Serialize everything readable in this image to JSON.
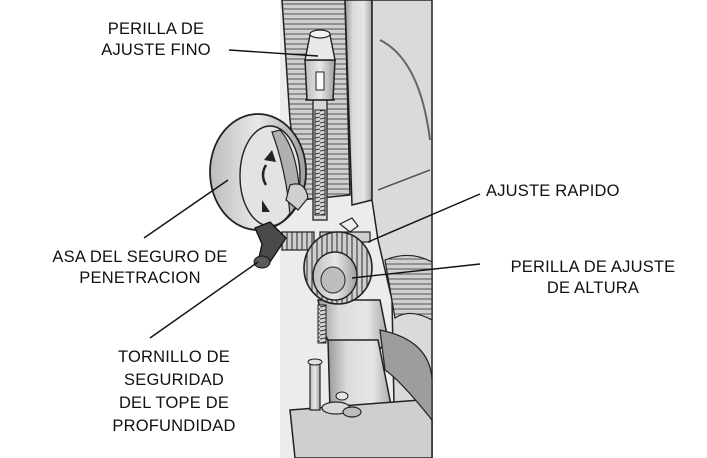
{
  "diagram": {
    "parts": [
      {
        "id": "fine-adjust",
        "lines": [
          "PERILLA DE",
          "AJUSTE FINO"
        ]
      },
      {
        "id": "quick-adjust",
        "lines": [
          "AJUSTE RAPIDO"
        ]
      },
      {
        "id": "plunge-lock",
        "lines": [
          "ASA DEL SEGURO DE",
          "PENETRACION"
        ]
      },
      {
        "id": "height-adjust",
        "lines": [
          "PERILLA DE AJUSTE",
          "DE ALTURA"
        ]
      },
      {
        "id": "depth-stop-screw",
        "lines": [
          "TORNILLO DE",
          "SEGURIDAD",
          "DEL TOPE DE",
          "PROFUNDIDAD"
        ]
      }
    ]
  },
  "colors": {
    "ink": "#111111",
    "body": "#d9d9d9",
    "body_dark": "#8c8c8c",
    "background": "#ffffff"
  }
}
